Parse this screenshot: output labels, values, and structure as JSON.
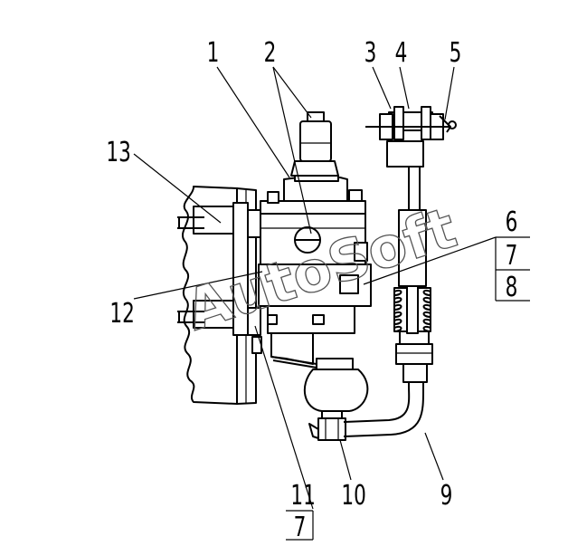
{
  "callouts": {
    "c1": "1",
    "c2": "2",
    "c3": "3",
    "c4": "4",
    "c5": "5",
    "c6": "6",
    "c7a": "7",
    "c8": "8",
    "c9": "9",
    "c10": "10",
    "c11": "11",
    "c7b": "7",
    "c12": "12",
    "c13": "13"
  },
  "watermark": "AutoSoft"
}
